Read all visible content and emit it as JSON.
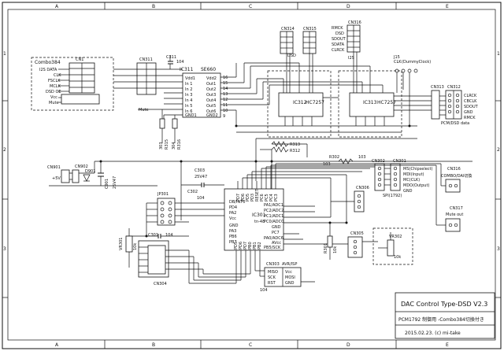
{
  "sheet": {
    "col_labels": [
      "A",
      "B",
      "C",
      "D",
      "E"
    ],
    "row_labels": [
      "1",
      "2",
      "3"
    ]
  },
  "title_block": {
    "title": "DAC Control Type-DSD V2.3",
    "subtitle": "PCM1792 制御用 -Combo384切換付き",
    "date_author": "2015.02.23. (c) mi-take"
  },
  "combo": {
    "title": "Combo384",
    "ref": "CN1",
    "signals": [
      "I2S DATA",
      "CLK",
      "FSCLK",
      "MCLK",
      "DSD OE",
      "Vcc",
      "Mute"
    ]
  },
  "cn311": {
    "ref": "CN311"
  },
  "c311": {
    "ref": "C311",
    "value": "104"
  },
  "ic311": {
    "ref": "IC311",
    "part": "SE660",
    "left_pins": [
      "Vdd1",
      "In 1",
      "In 2",
      "In 3",
      "In 4",
      "In 5",
      "In 6",
      "GND1"
    ],
    "right_pins": [
      "Vdd2",
      "Out1",
      "Out2",
      "Out3",
      "Out4",
      "Out5",
      "Out6",
      "GND2"
    ],
    "right_nums": [
      "16",
      "15",
      "14",
      "13",
      "12",
      "11",
      "10",
      "9"
    ]
  },
  "mute_label": "Mute",
  "r_vertical": [
    "303",
    "R315",
    "304",
    "R316"
  ],
  "cn314": {
    "ref": "CN314",
    "label": "DSD"
  },
  "cn315": {
    "ref": "CN315"
  },
  "cn316": {
    "ref": "CN316",
    "signals": [
      "RMCK",
      "DSD",
      "SDOUT",
      "SDATA",
      "CLRCK"
    ]
  },
  "i2s_label": "I2S",
  "j15": {
    "ref": "J15",
    "label": "CLK",
    "sub": "(DummyClock)"
  },
  "ic312": {
    "ref": "IC312",
    "part": "HC7257"
  },
  "ic313": {
    "ref": "IC313",
    "part": "HC7257"
  },
  "cn313": {
    "ref": "CN313"
  },
  "cn312": {
    "ref": "CN312",
    "signals": [
      "CLRCK",
      "CBCLK",
      "SDOUT",
      "GND",
      "RMCK"
    ]
  },
  "pcm_label": "PCM/DSD data",
  "r_mid": [
    "R313",
    "R312",
    "R302",
    "103"
  ],
  "cn901": {
    "ref": "CN901",
    "label": "+5V"
  },
  "cn902": {
    "ref": "CN902"
  },
  "d901": {
    "ref": "D901"
  },
  "c901": {
    "ref": "C901",
    "value": "25V47"
  },
  "c303": {
    "ref": "C303",
    "value": "25V47"
  },
  "c302": {
    "ref": "C302",
    "value": "104"
  },
  "jp301": {
    "ref": "JP301"
  },
  "c301": {
    "ref": "C301",
    "value": "104"
  },
  "vr301": {
    "ref": "VR301",
    "value": "10k"
  },
  "ic301": {
    "ref": "IC301",
    "part": "tn-48",
    "pins_left": [
      "DB/INT0",
      "PD4",
      "PA2",
      "Vcc",
      "GND",
      "PA3",
      "PB6",
      "PB7"
    ],
    "pins_top": [
      "PD7",
      "PD6",
      "PD5",
      "PD3",
      "RESET",
      "PC6",
      "PC5",
      "PC4",
      "PC3"
    ],
    "pins_right": [
      "PA1/ADC1",
      "PC2/ADC2",
      "PC1/ADC1",
      "PC0/ADC0",
      "GND",
      "PC7",
      "PA0/ADC6",
      "AVcc",
      "PB5/SCK"
    ],
    "pins_bottom": [
      "PD5",
      "PD6",
      "PD7",
      "PB0",
      "PB1",
      "PB2",
      "PB3/MOSI",
      "PB4/MISO"
    ]
  },
  "cn304": {
    "ref": "CN304"
  },
  "cn303": {
    "ref": "CN303",
    "label": "AVR/ISP",
    "pins": [
      "MISO",
      "SCK",
      "RST",
      "Vcc",
      "MOSI",
      "GND"
    ]
  },
  "cn302": {
    "ref": "CN302"
  },
  "cn301": {
    "ref": "CN301",
    "signals": [
      "MS(Chipselect)",
      "MDI(Input)",
      "MC(CLK)",
      "MDO(Output)",
      "GND"
    ]
  },
  "spi_label": "SPI(1792)",
  "cn306": {
    "ref": "CN306"
  },
  "cn305": {
    "ref": "CN305"
  },
  "r301": {
    "ref": "R301",
    "value": "10k"
  },
  "vr302": {
    "ref": "VR302",
    "value": "10k"
  },
  "cn316b": {
    "ref": "CN316",
    "label": "COMBO/DAI切換"
  },
  "cn317": {
    "ref": "CN317",
    "label": "Mute out"
  },
  "misc_values": [
    "104",
    "103"
  ]
}
